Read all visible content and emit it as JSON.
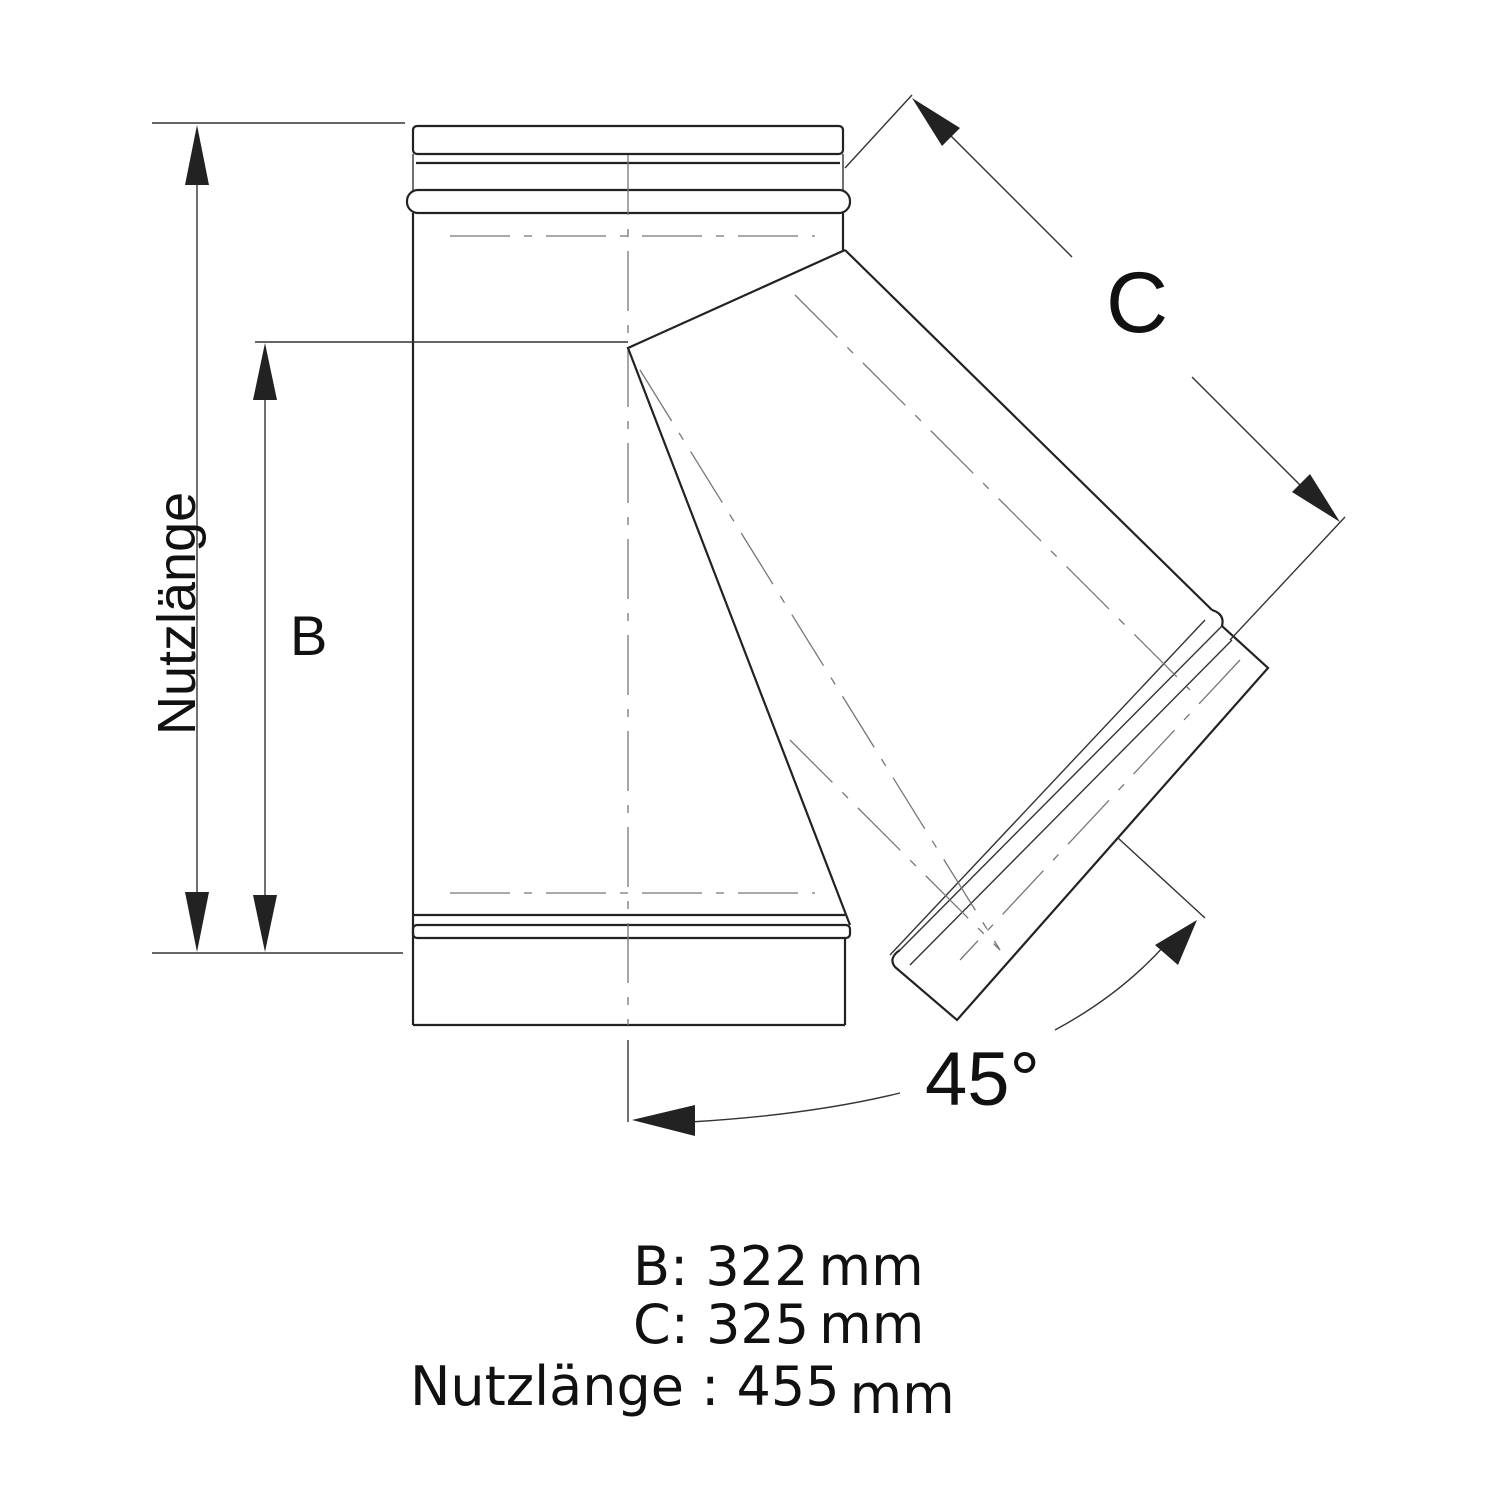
{
  "drawing": {
    "labels": {
      "nutzlaenge": "Nutzlänge",
      "b": "B",
      "c": "C",
      "angle": "45°"
    }
  },
  "legend": [
    {
      "key": "B:",
      "value": "322",
      "unit": "mm"
    },
    {
      "key": "C:",
      "value": "325",
      "unit": "mm"
    },
    {
      "key": "Nutzlänge :",
      "value": "455",
      "unit": "mm"
    }
  ]
}
